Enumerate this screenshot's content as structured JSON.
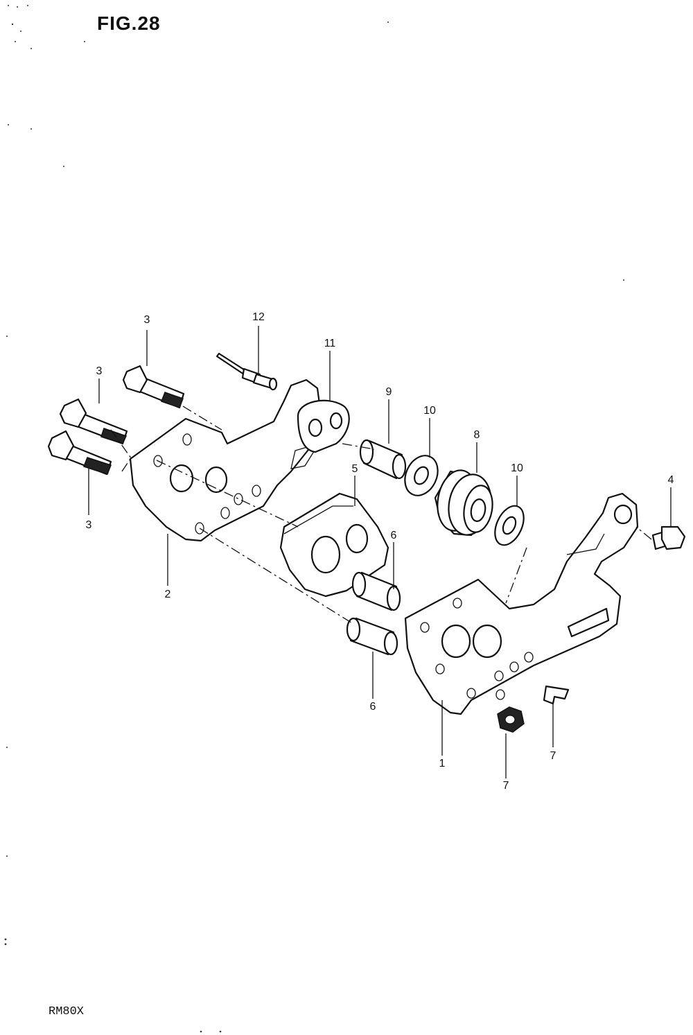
{
  "header": {
    "figure_title": "FIG.28"
  },
  "footer": {
    "model_code": "RM80X"
  },
  "callouts": {
    "c1": "1",
    "c2": "2",
    "c3a": "3",
    "c3b": "3",
    "c3c": "3",
    "c4": "4",
    "c5": "5",
    "c6a": "6",
    "c6b": "6",
    "c7a": "7",
    "c7b": "7",
    "c8": "8",
    "c9": "9",
    "c10a": "10",
    "c10b": "10",
    "c11": "11",
    "c12": "12"
  }
}
